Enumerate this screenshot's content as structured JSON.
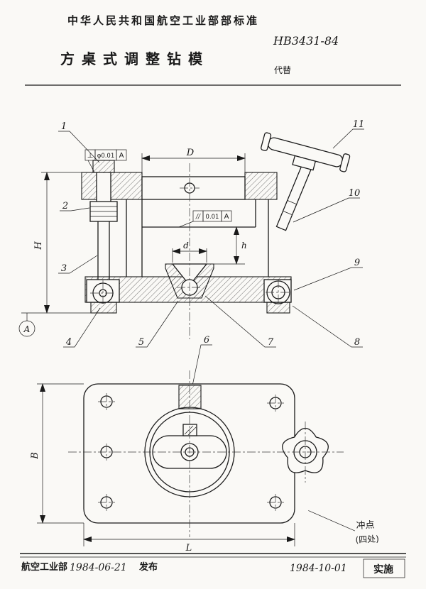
{
  "header": {
    "org_standard": "中华人民共和国航空工业部部标准",
    "standard_no": "HB3431-84",
    "title": "方桌式调整钻模",
    "replaces_label": "代替"
  },
  "drawing": {
    "callouts": [
      "1",
      "2",
      "3",
      "4",
      "5",
      "6",
      "7",
      "8",
      "9",
      "10",
      "11"
    ],
    "fcf_perpendicular": {
      "symbol": "⊥",
      "tolerance": "φ0.01",
      "datum": "A"
    },
    "fcf_parallel": {
      "symbol": "//",
      "tolerance": "0.01",
      "datum": "A"
    },
    "dim_D": "D",
    "dim_d": "d",
    "dim_h": "h",
    "dim_H": "H",
    "dim_B": "B",
    "dim_L": "L",
    "datum_label": "A",
    "note_punch": "冲点",
    "note_places": "(四处)"
  },
  "footer": {
    "org": "航空工业部",
    "issue_date": "1984-06-21",
    "issue_label": "发布",
    "impl_date": "1984-10-01",
    "impl_label": "实施"
  }
}
